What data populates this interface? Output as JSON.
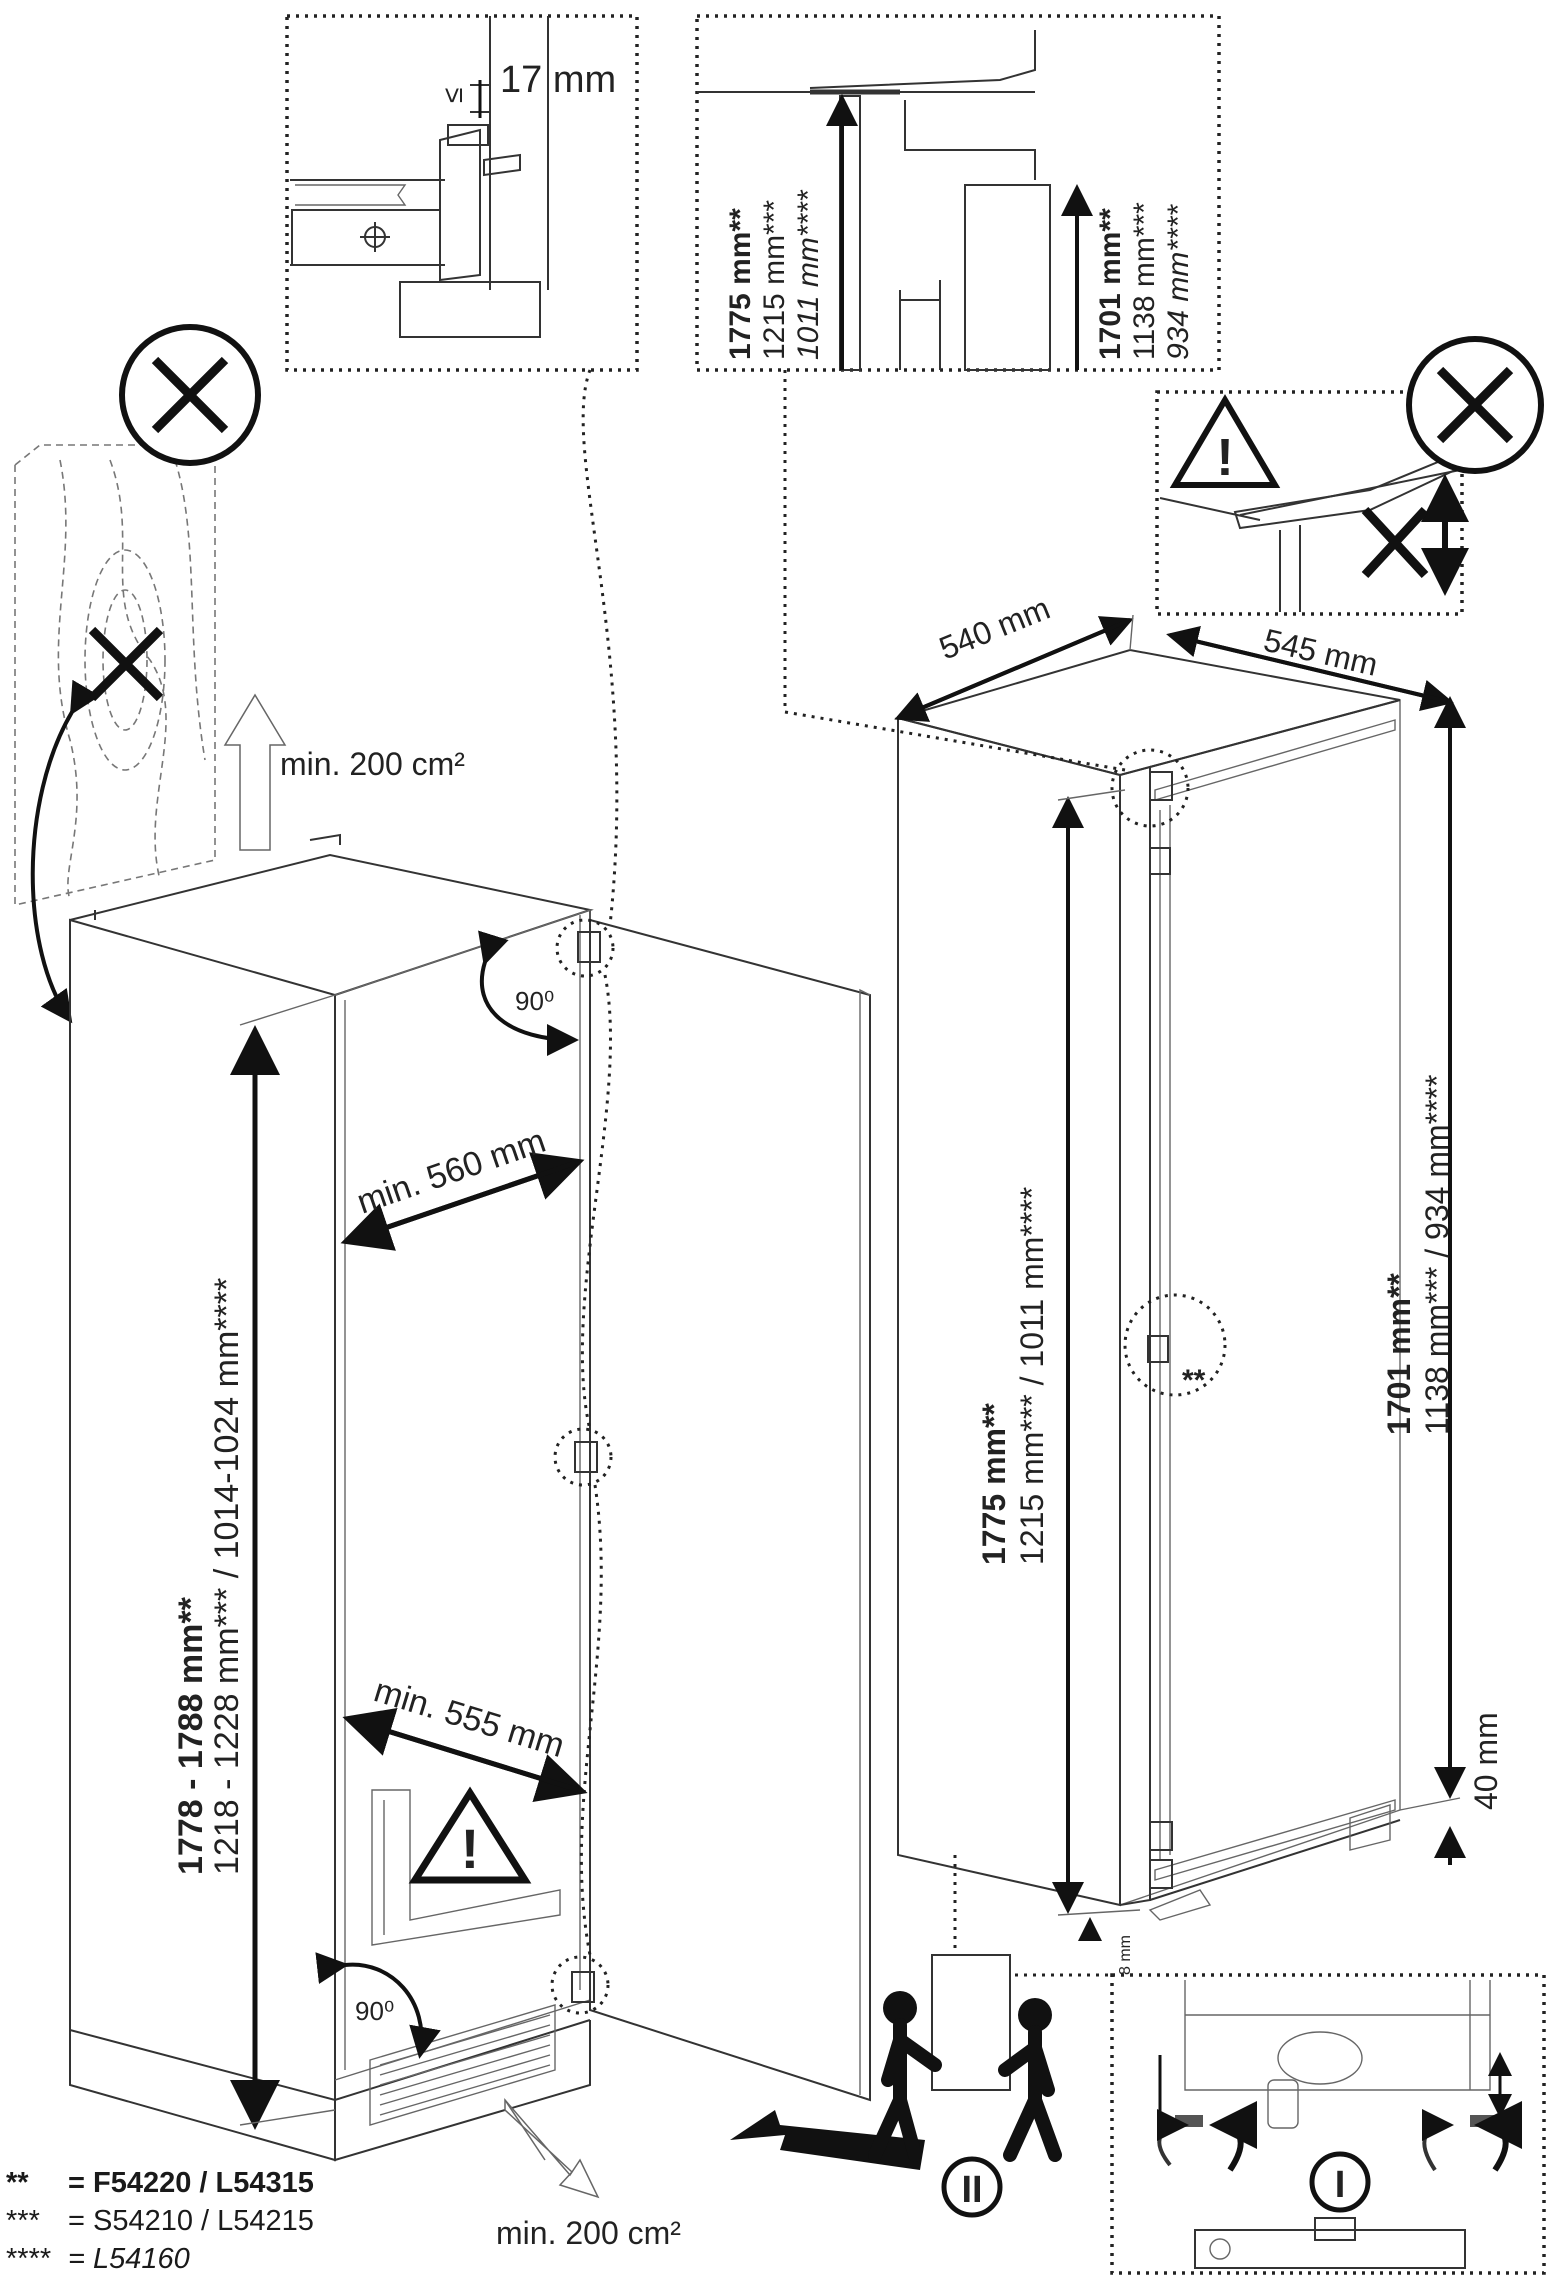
{
  "detail_hinge": {
    "gap_symbol": "≤",
    "gap_value": "17 mm"
  },
  "detail_heights_left": {
    "line1": "1775 mm**",
    "line2": "1215 mm***",
    "line3": "1011 mm****"
  },
  "detail_heights_right": {
    "line1": "1701 mm**",
    "line2": "1138 mm***",
    "line3": "934 mm****"
  },
  "niche": {
    "height_primary": "1778 - 1788 mm**",
    "height_secondary": "1218 - 1228 mm*** / 1014-1024 mm****",
    "width_top": "min. 560 mm",
    "width_bottom": "min. 555 mm",
    "angle_top": "90⁰",
    "angle_bottom": "90⁰",
    "vent_top": "min. 200 cm²",
    "vent_bottom": "min. 200 cm²"
  },
  "appliance": {
    "width": "540 mm",
    "depth": "545 mm",
    "door_height_primary": "1775 mm**",
    "door_height_secondary": "1215 mm*** / 1011 mm****",
    "body_height_primary": "1701 mm**",
    "body_height_secondary": "1138 mm*** / 934 mm****",
    "plinth": "40 mm",
    "bottom_gap": "8 mm",
    "hinge_marker": "**"
  },
  "steps": {
    "step_one": "I",
    "step_two": "II"
  },
  "legend": [
    {
      "key": "**",
      "value": "= F54220 / L54315"
    },
    {
      "key": "***",
      "value": "= S54210 / L54215"
    },
    {
      "key": "****",
      "value": "= L54160"
    }
  ],
  "colors": {
    "line": "#222222",
    "background": "#ffffff"
  }
}
